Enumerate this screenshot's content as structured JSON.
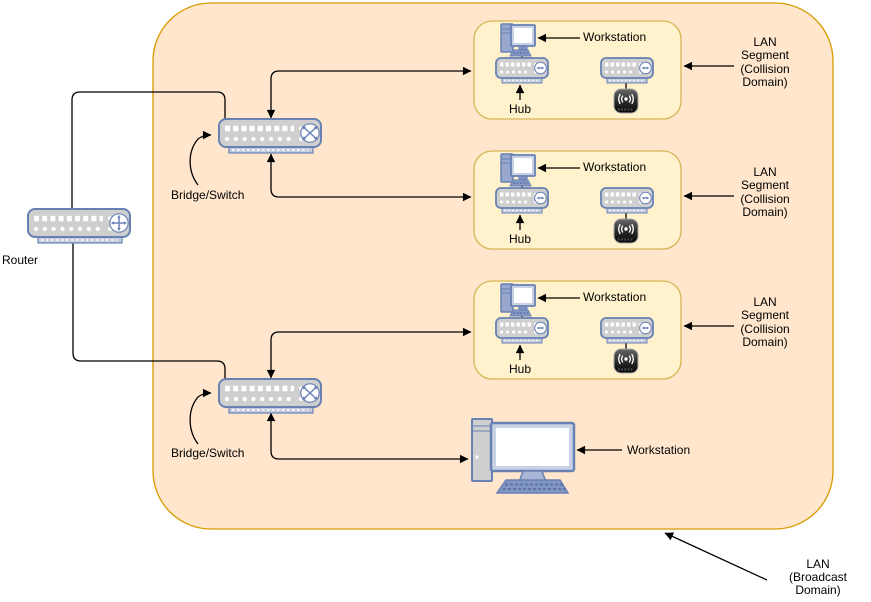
{
  "diagram": {
    "router_label": "Router",
    "bridge_switch_1_label": "Bridge/Switch",
    "bridge_switch_2_label": "Bridge/Switch",
    "bottom_workstation_label": "Workstation",
    "lan_broadcast_label": "LAN\n(Broadcast\nDomain)",
    "segments": [
      {
        "hub_label": "Hub",
        "workstation_label": "Workstation",
        "segment_label": "LAN\nSegment\n(Collision\nDomain)"
      },
      {
        "hub_label": "Hub",
        "workstation_label": "Workstation",
        "segment_label": "LAN\nSegment\n(Collision\nDomain)"
      },
      {
        "hub_label": "Hub",
        "workstation_label": "Workstation",
        "segment_label": "LAN\nSegment\n(Collision\nDomain)"
      }
    ]
  },
  "colors": {
    "broadcast_domain_fill": "#ffe6cc",
    "broadcast_domain_stroke": "#d79b00",
    "lan_segment_fill": "#fff2cc",
    "lan_segment_stroke": "#d6b656",
    "device_fill": "#cfcfcf",
    "device_stroke": "#6881b3",
    "connector": "#000000"
  }
}
